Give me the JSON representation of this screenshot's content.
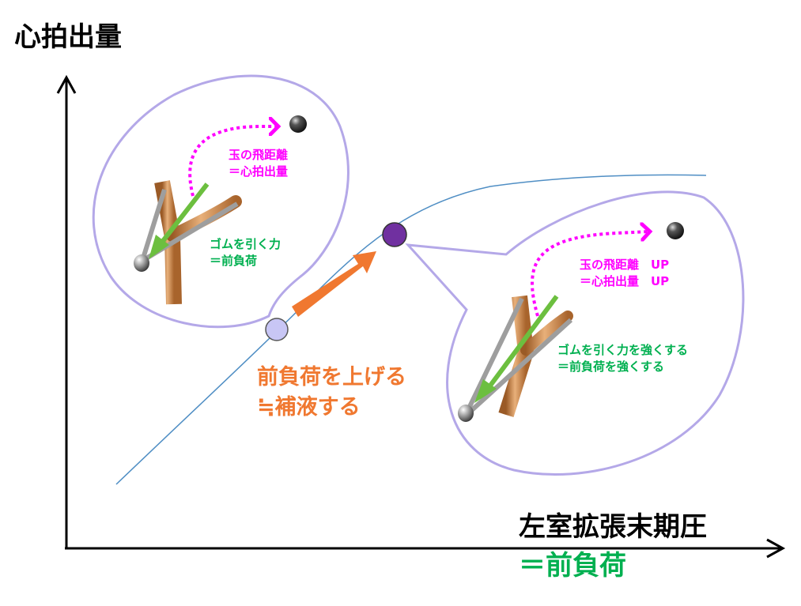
{
  "axes": {
    "y_label": "心拍出量",
    "x_label": "左室拡張末期圧",
    "x_sub_label": "＝前負荷"
  },
  "arrow_label": {
    "line1": "前負荷を上げる",
    "line2": "≒補液する"
  },
  "bubble_left": {
    "ball_label_1": "玉の飛距離",
    "ball_label_2": "＝心拍出量",
    "force_label_1": "ゴムを引く力",
    "force_label_2": "＝前負荷"
  },
  "bubble_right": {
    "ball_label_1": "玉の飛距離　UP",
    "ball_label_2": "＝心拍出量　UP",
    "force_label_1": "ゴムを引く力を強くする",
    "force_label_2": "＝前負荷を強くする"
  },
  "colors": {
    "curve": "#4f8ec4",
    "bubble_outline": "#b4a8e8",
    "point_low": "#c8c6f5",
    "point_high": "#7030a0",
    "arrow": "#f07830",
    "pull_arrow": "#6cbf3f",
    "trajectory": "#ff00ff"
  },
  "icons": [
    "slingshot-left-icon",
    "slingshot-right-icon",
    "ball-icon"
  ]
}
